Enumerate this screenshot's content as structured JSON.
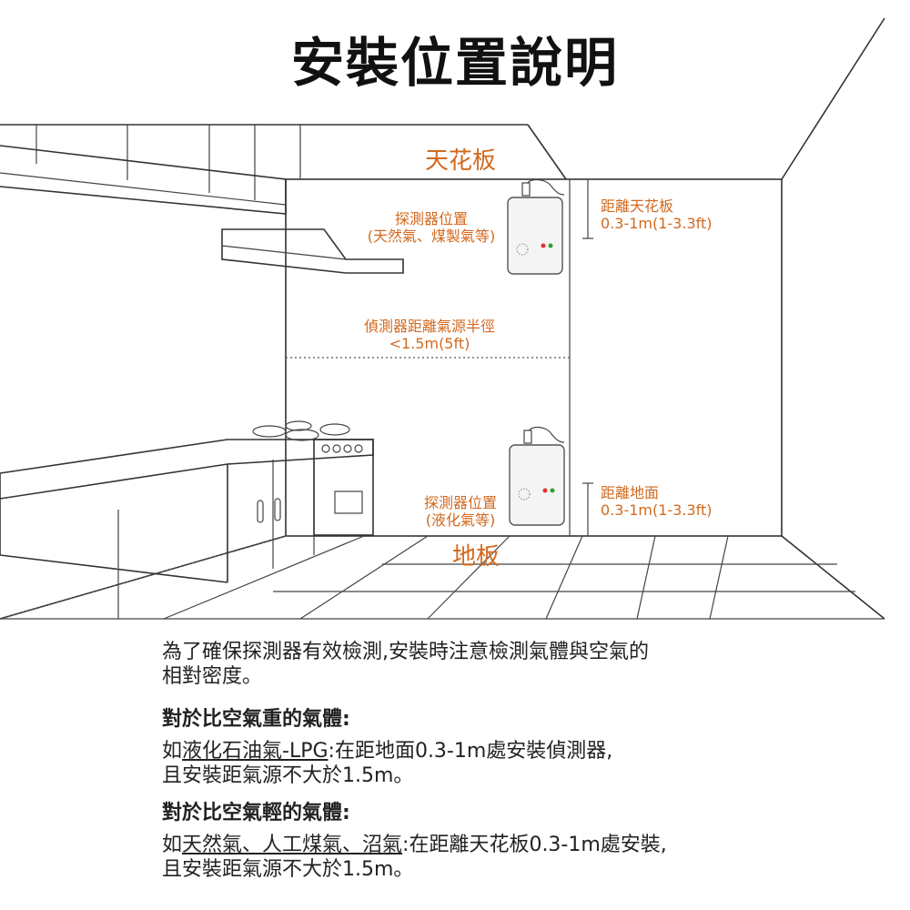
{
  "title": "安裝位置說明",
  "diagram": {
    "ceiling_label": "天花板",
    "floor_label": "地板",
    "upper_detector_label_line1": "探測器位置",
    "upper_detector_label_line2": "(天然氣、煤製氣等)",
    "radius_label_line1": "偵測器距離氣源半徑",
    "radius_label_line2": "<1.5m(5ft)",
    "ceiling_distance_line1": "距離天花板",
    "ceiling_distance_line2": "0.3-1m(1-3.3ft)",
    "lower_detector_label_line1": "探測器位置",
    "lower_detector_label_line2": "(液化氣等)",
    "floor_distance_line1": "距離地面",
    "floor_distance_line2": "0.3-1m(1-3.3ft)",
    "accent_color": "#d2691e"
  },
  "description": {
    "intro_line1": "為了確保探測器有效檢測,安裝時注意檢測氣體與空氣的",
    "intro_line2": "相對密度。",
    "heavy": {
      "heading": "對於比空氣重的氣體:",
      "prefix": "如",
      "gas": "液化石油氣-LPG",
      "rest": ":在距地面0.3-1m處安裝偵測器,",
      "line2": "且安裝距氣源不大於1.5m。"
    },
    "light": {
      "heading": "對於比空氣輕的氣體:",
      "prefix": "如",
      "gas": "天然氣、人工煤氣、沼氣",
      "rest": ":在距離天花板0.3-1m處安裝,",
      "line2": "且安裝距氣源不大於1.5m。"
    }
  }
}
